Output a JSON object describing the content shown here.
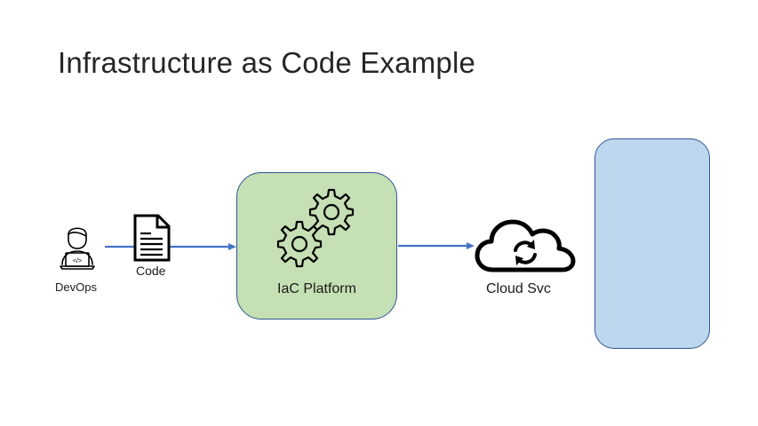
{
  "slide": {
    "title": "Infrastructure as Code Example"
  },
  "diagram": {
    "nodes": [
      {
        "id": "devops",
        "label": "DevOps",
        "icon": "developer-laptop-icon"
      },
      {
        "id": "code",
        "label": "Code",
        "icon": "document-icon"
      },
      {
        "id": "iac-platform",
        "label": "IaC Platform",
        "icon": "gears-icon"
      },
      {
        "id": "cloud-svc",
        "label": "Cloud Svc",
        "icon": "cloud-sync-icon"
      },
      {
        "id": "target",
        "label": "",
        "icon": ""
      }
    ],
    "edges": [
      {
        "from": "devops",
        "to": "iac-platform"
      },
      {
        "from": "iac-platform",
        "to": "cloud-svc"
      }
    ],
    "colors": {
      "arrow": "#4472c4",
      "platform_fill": "#c5e0b4",
      "target_fill": "#bdd7ee",
      "border": "#2f5597"
    }
  }
}
